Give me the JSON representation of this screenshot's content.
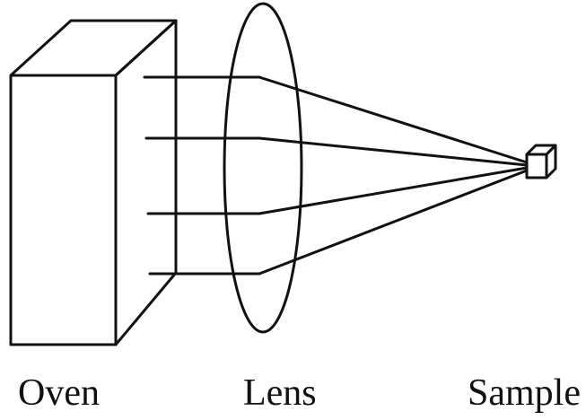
{
  "diagram": {
    "labels": {
      "oven": "Oven",
      "lens": "Lens",
      "sample": "Sample"
    }
  },
  "colors": {
    "line": "#111111",
    "background": "#ffffff"
  }
}
